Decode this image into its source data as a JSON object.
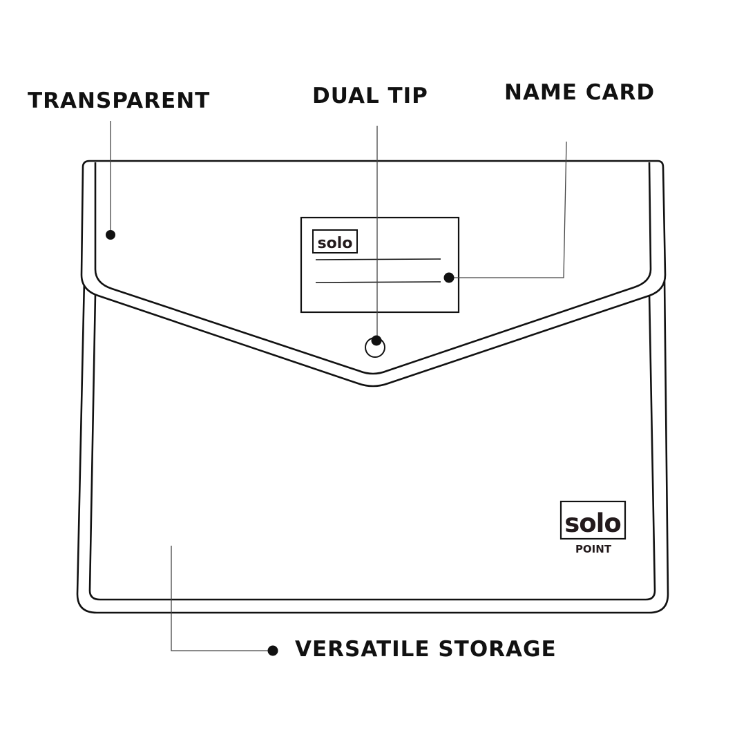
{
  "labels": {
    "transparent": "TRANSPARENT",
    "dual_tip": "DUAL TIP",
    "name_card": "NAME CARD",
    "versatile_storage": "VERSATILE STORAGE"
  },
  "name_card_logo": "solo",
  "brand_logo": {
    "name": "solo",
    "sub": "POINT"
  },
  "colors": {
    "ink": "#111111",
    "background": "#ffffff"
  }
}
